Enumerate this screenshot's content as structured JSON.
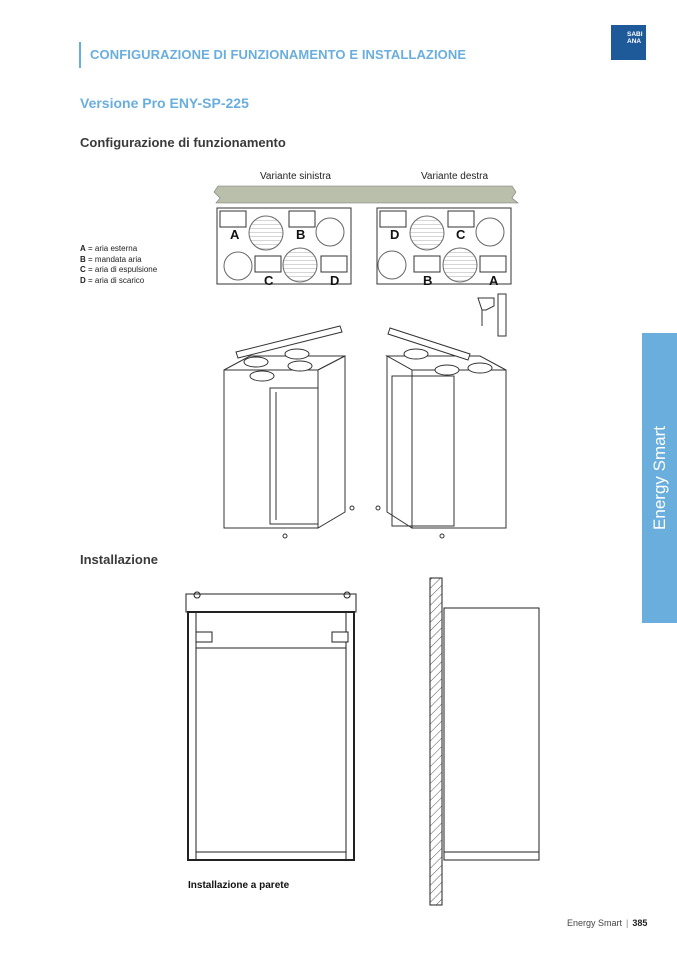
{
  "header": {
    "section_title": "CONFIGURAZIONE DI FUNZIONAMENTO E INSTALLAZIONE",
    "logo_text": "SABIANA"
  },
  "page": {
    "version_title": "Versione Pro ENY-SP-225",
    "config_title": "Configurazione di funzionamento",
    "install_title": "Installazione"
  },
  "variants": {
    "left": "Variante sinistra",
    "right": "Variante destra"
  },
  "left_labels": {
    "a": "A",
    "b": "B",
    "c": "C",
    "d": "D"
  },
  "right_labels": {
    "d": "D",
    "c": "C",
    "b": "B",
    "a": "A"
  },
  "legend": [
    {
      "key": "A",
      "text": " = aria esterna"
    },
    {
      "key": "B",
      "text": " = mandata aria"
    },
    {
      "key": "C",
      "text": " = aria di espulsione"
    },
    {
      "key": "D",
      "text": " = aria di scarico"
    }
  ],
  "side_tab": {
    "text": "Energy Smart"
  },
  "install_caption": "Installazione a parete",
  "footer": {
    "brand": "Energy Smart",
    "page_number": "385"
  },
  "colors": {
    "accent": "#6aaedd",
    "logo": "#1e5a9a"
  }
}
